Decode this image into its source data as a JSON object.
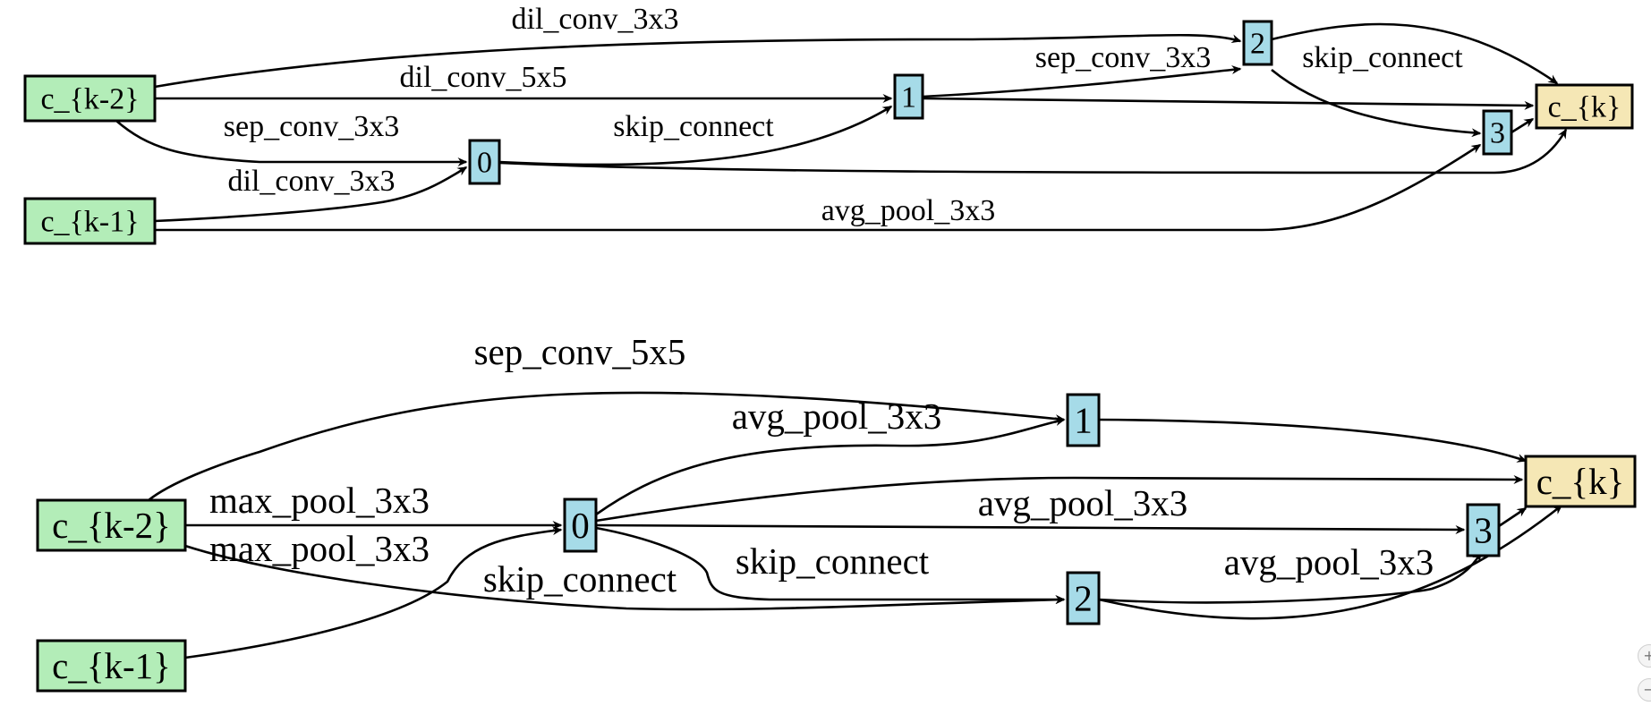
{
  "colors": {
    "input_node": "#b3edb8",
    "intermediate_node": "#a6dbe8",
    "output_node": "#f5e7b5",
    "edge": "#000000"
  },
  "diagrams": [
    {
      "id": "normal-cell",
      "nodes": [
        {
          "id": "km2",
          "label": "c_{k-2}",
          "kind": "input"
        },
        {
          "id": "km1",
          "label": "c_{k-1}",
          "kind": "input"
        },
        {
          "id": "n0",
          "label": "0",
          "kind": "intermediate"
        },
        {
          "id": "n1",
          "label": "1",
          "kind": "intermediate"
        },
        {
          "id": "n2",
          "label": "2",
          "kind": "intermediate"
        },
        {
          "id": "n3",
          "label": "3",
          "kind": "intermediate"
        },
        {
          "id": "out",
          "label": "c_{k}",
          "kind": "output"
        }
      ],
      "edges": [
        {
          "from": "km2",
          "to": "n2",
          "label": "dil_conv_3x3"
        },
        {
          "from": "km2",
          "to": "n1",
          "label": "dil_conv_5x5"
        },
        {
          "from": "km2",
          "to": "n0",
          "label": "sep_conv_3x3"
        },
        {
          "from": "km1",
          "to": "n0",
          "label": "dil_conv_3x3"
        },
        {
          "from": "n0",
          "to": "n1",
          "label": "skip_connect"
        },
        {
          "from": "n1",
          "to": "n2",
          "label": "sep_conv_3x3"
        },
        {
          "from": "n2",
          "to": "n3",
          "label": "skip_connect"
        },
        {
          "from": "km1",
          "to": "n3",
          "label": "avg_pool_3x3"
        },
        {
          "from": "n0",
          "to": "out",
          "label": ""
        },
        {
          "from": "n1",
          "to": "out",
          "label": ""
        },
        {
          "from": "n2",
          "to": "out",
          "label": ""
        },
        {
          "from": "n3",
          "to": "out",
          "label": ""
        }
      ]
    },
    {
      "id": "reduction-cell",
      "nodes": [
        {
          "id": "km2",
          "label": "c_{k-2}",
          "kind": "input"
        },
        {
          "id": "km1",
          "label": "c_{k-1}",
          "kind": "input"
        },
        {
          "id": "n0",
          "label": "0",
          "kind": "intermediate"
        },
        {
          "id": "n1",
          "label": "1",
          "kind": "intermediate"
        },
        {
          "id": "n2",
          "label": "2",
          "kind": "intermediate"
        },
        {
          "id": "n3",
          "label": "3",
          "kind": "intermediate"
        },
        {
          "id": "out",
          "label": "c_{k}",
          "kind": "output"
        }
      ],
      "edges": [
        {
          "from": "km2",
          "to": "n1",
          "label": "sep_conv_5x5"
        },
        {
          "from": "km2",
          "to": "n0",
          "label": "max_pool_3x3"
        },
        {
          "from": "km2",
          "to": "n2",
          "label": "max_pool_3x3"
        },
        {
          "from": "km1",
          "to": "n0",
          "label": "skip_connect"
        },
        {
          "from": "n0",
          "to": "n1",
          "label": "avg_pool_3x3"
        },
        {
          "from": "n0",
          "to": "n3",
          "label": "avg_pool_3x3"
        },
        {
          "from": "n0",
          "to": "n2",
          "label": "skip_connect"
        },
        {
          "from": "n2",
          "to": "n3",
          "label": "avg_pool_3x3"
        },
        {
          "from": "n0",
          "to": "out",
          "label": ""
        },
        {
          "from": "n1",
          "to": "out",
          "label": ""
        },
        {
          "from": "n2",
          "to": "out",
          "label": ""
        },
        {
          "from": "n3",
          "to": "out",
          "label": ""
        }
      ]
    }
  ],
  "zoom_controls": {
    "zoom_in": "+",
    "zoom_out": "−"
  }
}
